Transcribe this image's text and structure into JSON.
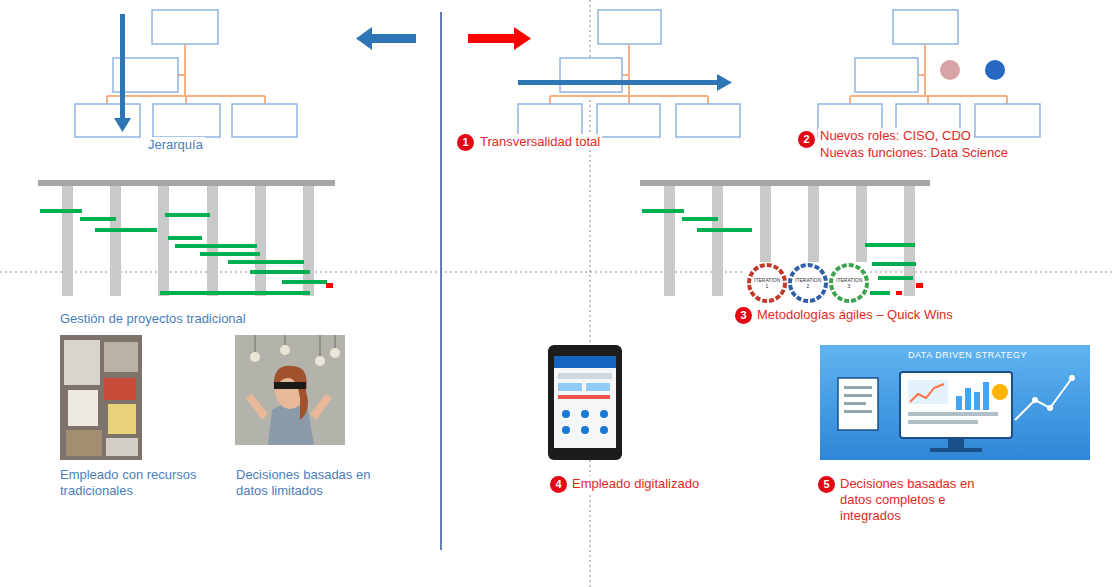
{
  "diagram": {
    "labels": [
      "Jerarquía",
      "1",
      "Transversalidad total",
      "2",
      "Nuevos roles: CISO, CDO",
      "Nuevas funciones: Data Science",
      "Gestión de proyectos tradicional",
      "3",
      "Metodologías ágiles – Quick Wins",
      "Empleado con recursos tradicionales",
      "Decisiones basadas en datos limitados",
      "4",
      "Empleado digitalizado",
      "5",
      "Decisiones basadas en datos completos e integrados",
      "DATA DRIVEN STRATEGY",
      "ITERATION 1",
      "ITERATION 2",
      "ITERATION 3"
    ]
  }
}
